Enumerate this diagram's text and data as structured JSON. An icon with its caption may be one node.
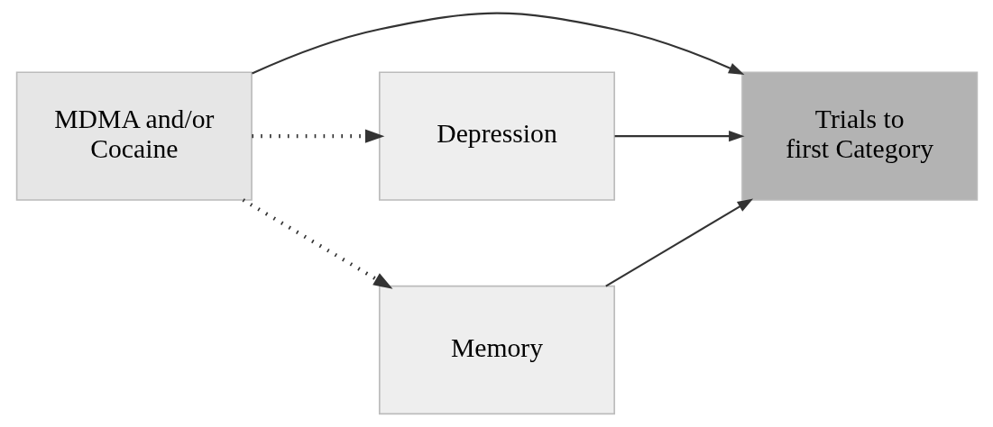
{
  "diagram": {
    "nodes": [
      {
        "text": [
          "MDMA and/or Cocaine"
        ]
      },
      {
        "text": [
          "Trials to first Category"
        ]
      },
      {
        "text": [
          "Depression"
        ]
      },
      {
        "text": [
          "Memory"
        ]
      }
    ],
    "edges": [
      {
        "from": 0,
        "to": 1,
        "arrow": "to"
      },
      {
        "from": 2,
        "to": 1,
        "arrow": "to"
      },
      {
        "from": 3,
        "to": 1,
        "arrow": "to"
      },
      {
        "from": 0,
        "to": 2,
        "arrow": "to",
        "style": "dashed"
      },
      {
        "from": 0,
        "to": 3,
        "arrow": "to",
        "style": "dashed"
      }
    ]
  }
}
